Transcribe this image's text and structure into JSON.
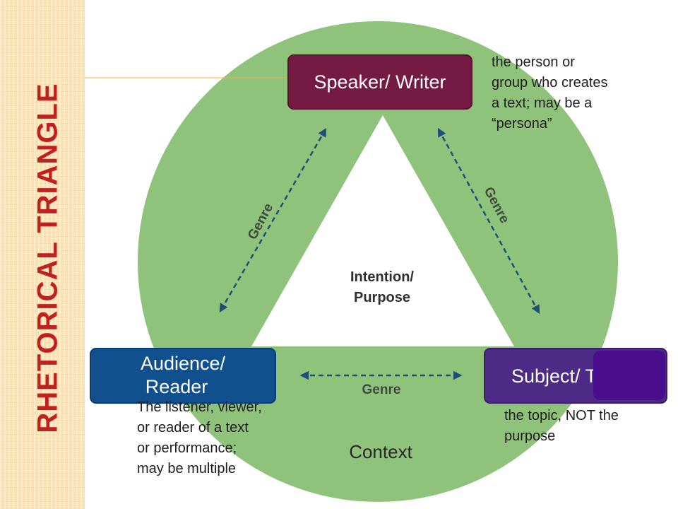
{
  "colors": {
    "circle": "#8fc27a",
    "speaker_box": "#741a43",
    "audience_box": "#11508f",
    "subject_box": "#4c2a86",
    "subject_overlay": "#4a0e8c",
    "arrows": "#1f4e79",
    "title": "#c0201f",
    "sidebar": "#fbe3b6"
  },
  "sidebar": {
    "title": "RHETORICAL TRIANGLE"
  },
  "diagram": {
    "speaker_label": "Speaker/ Writer",
    "audience_label_line1": "Audience/",
    "audience_label_line2": "Reader",
    "subject_label": "Subject/ T",
    "center_line1": "Intention/",
    "center_line2": "Purpose",
    "genre_left": "Genre",
    "genre_right": "Genre",
    "genre_bottom": "Genre",
    "context": "Context"
  },
  "notes": {
    "speaker": [
      "the  person or",
      "group who creates",
      "a text; may be a",
      "“persona”"
    ],
    "audience": [
      "The listener, viewer,",
      "or reader of a text",
      "or performance;",
      "may be multiple"
    ],
    "subject": [
      "the topic, NOT the",
      "purpose"
    ]
  }
}
